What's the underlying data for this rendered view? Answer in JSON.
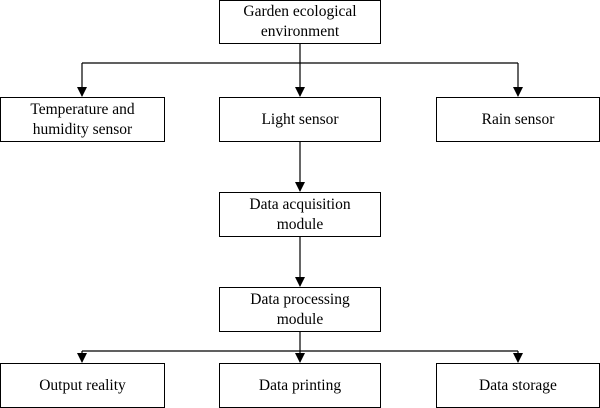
{
  "diagram": {
    "nodes": {
      "garden": "Garden ecological\nenvironment",
      "temp": "Temperature and\nhumidity sensor",
      "light": "Light sensor",
      "rain": "Rain sensor",
      "acquisition": "Data acquisition\nmodule",
      "processing": "Data processing\nmodule",
      "output": "Output reality",
      "printing": "Data printing",
      "storage": "Data storage"
    },
    "edges": [
      [
        "garden",
        "temp"
      ],
      [
        "garden",
        "light"
      ],
      [
        "garden",
        "rain"
      ],
      [
        "light",
        "acquisition"
      ],
      [
        "acquisition",
        "processing"
      ],
      [
        "processing",
        "output"
      ],
      [
        "processing",
        "printing"
      ],
      [
        "processing",
        "storage"
      ]
    ],
    "colors": {
      "line": "#000000",
      "box_border": "#000000",
      "background": "#ffffff"
    }
  }
}
